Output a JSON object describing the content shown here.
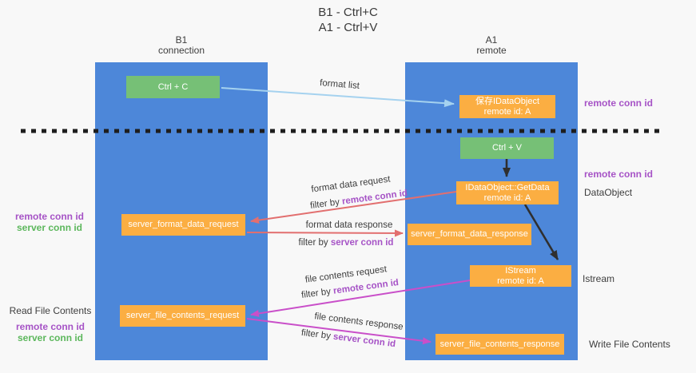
{
  "title": {
    "line1": "B1 - Ctrl+C",
    "line2": "A1 - Ctrl+V"
  },
  "lifelines": {
    "left": {
      "name": "B1",
      "role": "connection"
    },
    "right": {
      "name": "A1",
      "role": "remote"
    }
  },
  "boxes": {
    "ctrl_c": {
      "label": "Ctrl + C"
    },
    "ctrl_v": {
      "label": "Ctrl + V"
    },
    "saved_dataobject": {
      "line1": "保存IDataObject",
      "line2": "remote id: A"
    },
    "getdata": {
      "line1": "IDataObject::GetData",
      "line2": "remote id: A"
    },
    "istream": {
      "line1": "IStream",
      "line2": "remote id: A"
    },
    "format_request": {
      "label": "server_format_data_request"
    },
    "format_response": {
      "label": "server_format_data_response"
    },
    "file_request": {
      "label": "server_file_contents_request"
    },
    "file_response": {
      "label": "server_file_contents_response"
    }
  },
  "arrow_labels": {
    "format_list": "format list",
    "format_data_request": "format data request",
    "format_data_response": "format data response",
    "file_contents_request": "file contents request",
    "file_contents_response": "file contents response",
    "filter_by": "filter by ",
    "remote_conn_id": "remote conn id",
    "server_conn_id": "server conn id"
  },
  "side_labels": {
    "remote_conn_id": "remote conn id",
    "server_conn_id": "server conn id",
    "dataobject": "DataObject",
    "istream": "Istream",
    "read_file_contents": "Read File Contents",
    "write_file_contents": "Write File Contents"
  },
  "colors": {
    "lifeline_blue": "#4d87d9",
    "action_green": "#76c076",
    "message_orange": "#fbae42",
    "remote_conn_purple": "#a653c6",
    "server_conn_green": "#5cb75c",
    "format_arrow_red": "#e26f6f",
    "file_arrow_magenta": "#c94fc9",
    "format_list_blue": "#a5d2ef"
  }
}
